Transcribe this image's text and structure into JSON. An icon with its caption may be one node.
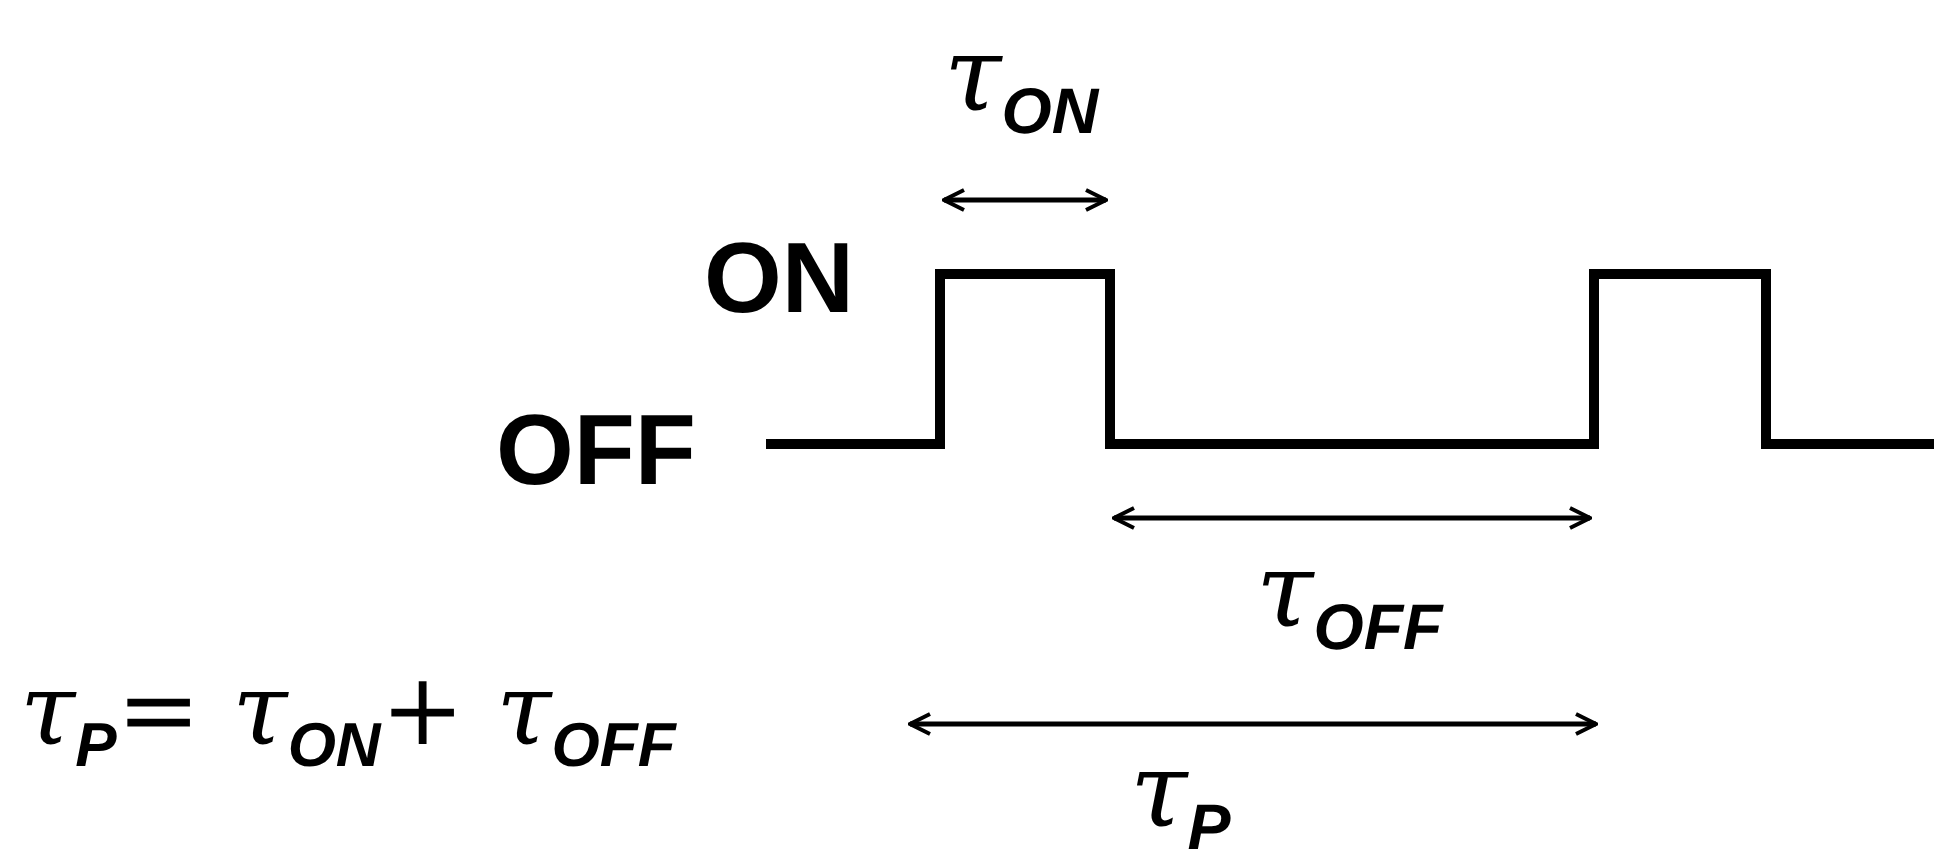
{
  "diagram": {
    "labels": [
      "τ$_{ON}$",
      "ON",
      "OFF",
      "τ$_{OFF}$",
      "τ$_{P}$= τ$_{ON}$+ τ$_{OFF}$",
      "τ$_{P}$"
    ]
  }
}
